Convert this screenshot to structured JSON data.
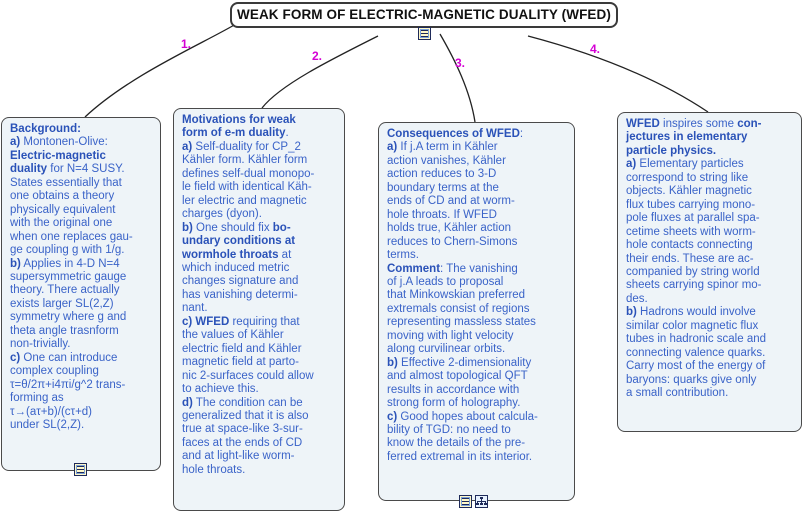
{
  "title": "WEAK FORM OF ELECTRIC-MAGNETIC DUALITY (WFED)",
  "branches": [
    {
      "number": "1.",
      "lines": [
        "<b>Background:</b>",
        "<b>a)</b> Montonen-Olive:",
        "<b>Electric-magnetic</b>",
        "<b>duality</b> for N=4 SUSY.",
        "States essentially that",
        "one obtains a theory",
        "physically equivalent",
        "with the original one",
        "when one replaces gau-",
        "ge coupling g with 1/g.",
        "<b>b)</b> Applies in 4-D N=4",
        "supersymmetric gauge",
        "theory. There actually",
        "exists larger SL(2,Z)",
        "symmetry where g and",
        "theta angle trasnform",
        "non-trivially.",
        "<b>c)</b> One can introduce",
        "complex coupling",
        "τ=θ/2π+i4πi/g^2 trans-",
        "forming as",
        "τ→(aτ+b)/(cτ+d)",
        "under SL(2,Z)."
      ]
    },
    {
      "number": "2.",
      "lines": [
        "<b>Motivations for weak</b>",
        "<b>form of e-m duality</b>.",
        "<b>a)</b> Self-duality for CP_2",
        "Kähler form. Kähler form",
        "defines self-dual monopo-",
        "le field with identical Käh-",
        "ler electric and magnetic",
        "charges (dyon).",
        "<b>b)</b> One should fix <b>bo-</b>",
        "<b>undary conditions at</b>",
        "<b>wormhole throats</b> at",
        "which induced metric",
        "changes signature and",
        "has vanishing determi-",
        "nant.",
        "<b>c) WFED</b>  requiring that",
        "the values  of Kähler",
        "electric field  and Kähler",
        "magnetic  field at parto-",
        "nic 2-surfaces could allow",
        "to achieve this.",
        "<b>d)</b> The condition can be",
        "generalized that it is also",
        "true at space-like 3-sur-",
        "faces at the ends of CD",
        "and at light-like worm-",
        "hole throats."
      ]
    },
    {
      "number": "3.",
      "lines": [
        "<b>Consequences of  WFED</b>:",
        "<b>a)</b> If j.A term in Kähler",
        "action vanishes, Kähler",
        "action reduces to 3-D",
        "boundary  terms at  the",
        "ends of CD and at worm-",
        "hole throats.  If  WFED",
        "holds true, Kähler action",
        "reduces to Chern-Simons",
        "terms.",
        "<b>Comment</b>: The vanishing",
        "of j.A leads to proposal",
        "that Minkowskian preferred",
        "extremals consist of regions",
        "representing massless states",
        "moving with light velocity",
        "along curvilinear orbits.",
        "<b>b)</b> Effective 2-dimensionality",
        "and almost  topological QFT",
        "results in accordance with",
        "strong form of holography.",
        "<b>c)</b> Good hopes about calcula-",
        "bility of TGD: no need to",
        "know the details of the pre-",
        "ferred extremal in its interior."
      ]
    },
    {
      "number": "4.",
      "lines": [
        "<b>WFED</b> inspires some <b>con-</b>",
        "<b>jectures in elementary</b>",
        "<b>particle physics.</b>",
        "<b>a)</b> Elementary particles",
        "correspond to string like",
        "objects. Kähler magnetic",
        "flux tubes carrying mono-",
        "pole fluxes at parallel spa-",
        "cetime sheets with worm-",
        "hole contacts connecting",
        "their ends.  These are ac-",
        "companied by string world",
        "sheets carrying spinor mo-",
        "des.",
        "<b>b)</b> Hadrons would involve",
        "similar color magnetic flux",
        "tubes in hadronic scale and",
        "connecting valence quarks.",
        "Carry most of the energy of",
        "baryons:  quarks give only",
        "a small contribution."
      ]
    }
  ]
}
